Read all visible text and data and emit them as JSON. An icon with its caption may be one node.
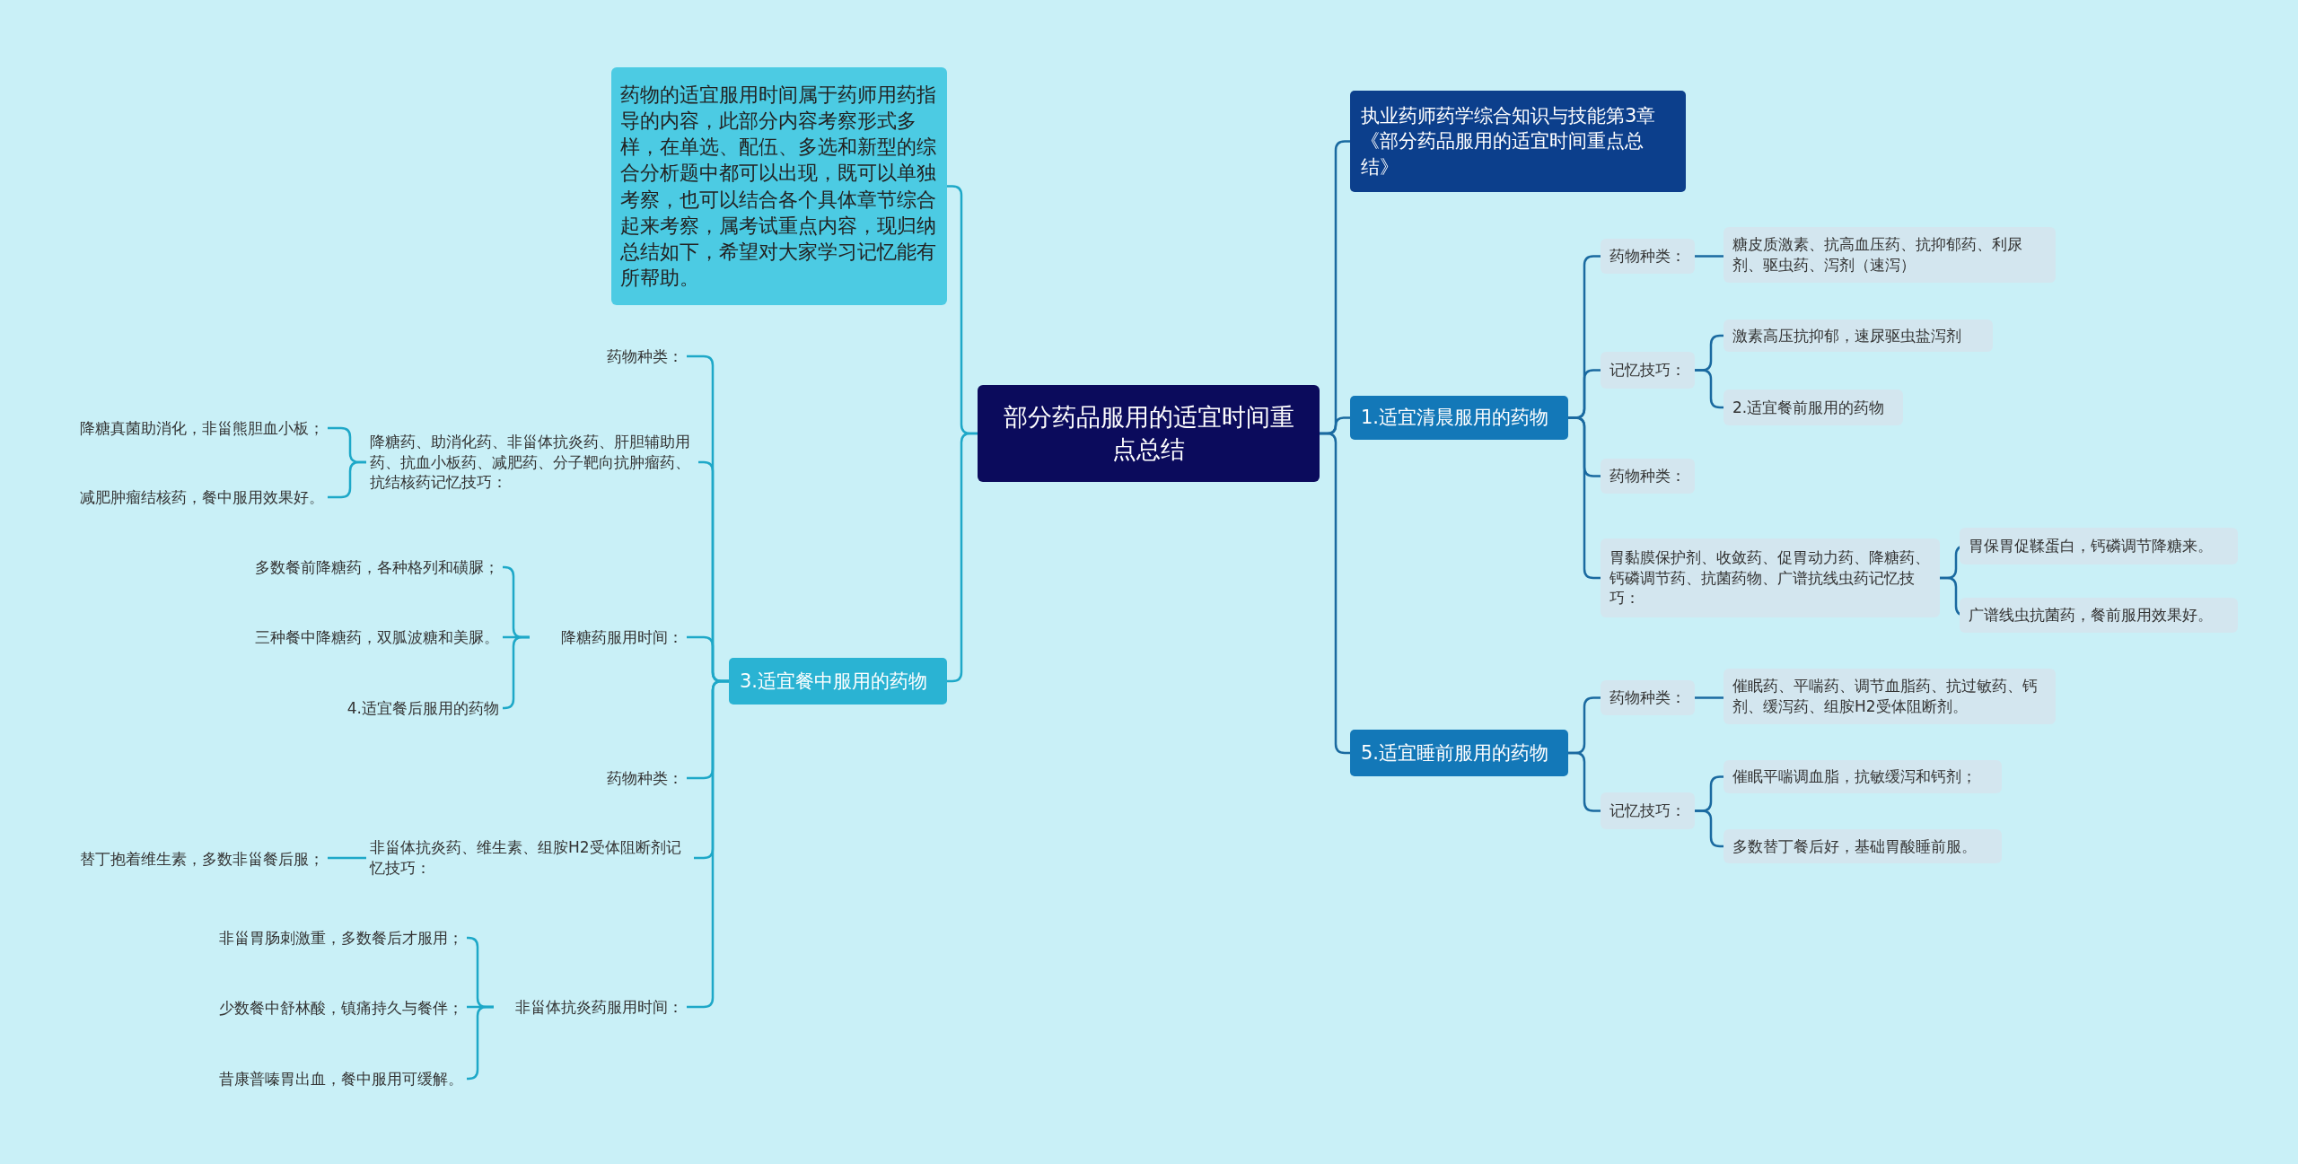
{
  "diagram": {
    "nodes": [
      {
        "text": [
          "部分药品服用的适宜时间重点总结"
        ]
      },
      {
        "text": [
          "药物的适宜服用时间属于药师用药指导的内容，此部分内容考察形式多样，在单选、配伍、多选和新型的综合分析题中都可以出现，既可以单独考察，也可以结合各个具体章节综合起来考察，属考试重点内容，现归纳总结如下，希望对大家学习记忆能有所帮助。"
        ]
      },
      {
        "text": [
          "执业药师药学综合知识与技能第3章《部分药品服用的适宜时间重点总结》"
        ]
      },
      {
        "text": [
          "1.适宜清晨服用的药物"
        ]
      },
      {
        "text": [
          "5.适宜睡前服用的药物"
        ]
      },
      {
        "text": [
          "3.适宜餐中服用的药物"
        ]
      },
      {
        "text": [
          "药物种类："
        ]
      },
      {
        "text": [
          "糖皮质激素、抗高血压药、抗抑郁药、利尿剂、驱虫药、泻剂（速泻）"
        ]
      },
      {
        "text": [
          "记忆技巧："
        ]
      },
      {
        "text": [
          "激素高压抗抑郁，速尿驱虫盐泻剂"
        ]
      },
      {
        "text": [
          "2.适宜餐前服用的药物"
        ]
      },
      {
        "text": [
          "药物种类："
        ]
      },
      {
        "text": [
          "胃黏膜保护剂、收敛药、促胃动力药、降糖药、钙磷调节药、抗菌药物、广谱抗线虫药记忆技巧："
        ]
      },
      {
        "text": [
          "胃保胃促鞣蛋白，钙磷调节降糖来。"
        ]
      },
      {
        "text": [
          "广谱线虫抗菌药，餐前服用效果好。"
        ]
      },
      {
        "text": [
          "药物种类："
        ]
      },
      {
        "text": [
          "催眠药、平喘药、调节血脂药、抗过敏药、钙剂、缓泻药、组胺H2受体阻断剂。"
        ]
      },
      {
        "text": [
          "记忆技巧："
        ]
      },
      {
        "text": [
          "催眠平喘调血脂，抗敏缓泻和钙剂；"
        ]
      },
      {
        "text": [
          "多数替丁餐后好，基础胃酸睡前服。"
        ]
      },
      {
        "text": [
          "药物种类："
        ]
      },
      {
        "text": [
          "降糖药、助消化药、非甾体抗炎药、肝胆辅助用药、抗血小板药、减肥药、分子靶向抗肿瘤药、抗结核药记忆技巧："
        ]
      },
      {
        "text": [
          "降糖真菌助消化，非甾熊胆血小板；"
        ]
      },
      {
        "text": [
          "减肥肿瘤结核药，餐中服用效果好。"
        ]
      },
      {
        "text": [
          "降糖药服用时间："
        ]
      },
      {
        "text": [
          "多数餐前降糖药，各种格列和磺脲；"
        ]
      },
      {
        "text": [
          "三种餐中降糖药，双胍波糖和美脲。"
        ]
      },
      {
        "text": [
          "4.适宜餐后服用的药物"
        ]
      },
      {
        "text": [
          "药物种类："
        ]
      },
      {
        "text": [
          "非甾体抗炎药、维生素、组胺H2受体阻断剂记忆技巧："
        ]
      },
      {
        "text": [
          "替丁抱着维生素，多数非甾餐后服；"
        ]
      },
      {
        "text": [
          "非甾体抗炎药服用时间："
        ]
      },
      {
        "text": [
          "非甾胃肠刺激重，多数餐后才服用；"
        ]
      },
      {
        "text": [
          "少数餐中舒林酸，镇痛持久与餐伴；"
        ]
      },
      {
        "text": [
          "昔康普嗪胃出血，餐中服用可缓解。"
        ]
      }
    ],
    "edges": [
      {
        "from": 0,
        "to": 1,
        "arrow": "none",
        "color": "#1ea8c8"
      },
      {
        "from": 0,
        "to": 2,
        "arrow": "none"
      },
      {
        "from": 0,
        "to": 3,
        "arrow": "none"
      },
      {
        "from": 0,
        "to": 4,
        "arrow": "none"
      },
      {
        "from": 0,
        "to": 5,
        "arrow": "none",
        "color": "#1ea8c8"
      },
      {
        "from": 3,
        "to": 6,
        "arrow": "none"
      },
      {
        "from": 3,
        "to": 8,
        "arrow": "none"
      },
      {
        "from": 3,
        "to": 11,
        "arrow": "none"
      },
      {
        "from": 3,
        "to": 12,
        "arrow": "none"
      },
      {
        "from": 6,
        "to": 7,
        "arrow": "none"
      },
      {
        "from": 8,
        "to": 9,
        "arrow": "none"
      },
      {
        "from": 8,
        "to": 10,
        "arrow": "none"
      },
      {
        "from": 12,
        "to": 13,
        "arrow": "none"
      },
      {
        "from": 12,
        "to": 14,
        "arrow": "none"
      },
      {
        "from": 4,
        "to": 15,
        "arrow": "none"
      },
      {
        "from": 4,
        "to": 17,
        "arrow": "none"
      },
      {
        "from": 15,
        "to": 16,
        "arrow": "none"
      },
      {
        "from": 17,
        "to": 18,
        "arrow": "none"
      },
      {
        "from": 17,
        "to": 19,
        "arrow": "none"
      },
      {
        "from": 5,
        "to": 20,
        "arrow": "none",
        "color": "#1ea8c8"
      },
      {
        "from": 5,
        "to": 21,
        "arrow": "none",
        "color": "#1ea8c8"
      },
      {
        "from": 5,
        "to": 24,
        "arrow": "none",
        "color": "#1ea8c8"
      },
      {
        "from": 5,
        "to": 28,
        "arrow": "none",
        "color": "#1ea8c8"
      },
      {
        "from": 5,
        "to": 29,
        "arrow": "none",
        "color": "#1ea8c8"
      },
      {
        "from": 5,
        "to": 31,
        "arrow": "none",
        "color": "#1ea8c8"
      },
      {
        "from": 21,
        "to": 22,
        "arrow": "none",
        "color": "#1ea8c8"
      },
      {
        "from": 21,
        "to": 23,
        "arrow": "none",
        "color": "#1ea8c8"
      },
      {
        "from": 24,
        "to": 25,
        "arrow": "none",
        "color": "#1ea8c8"
      },
      {
        "from": 24,
        "to": 26,
        "arrow": "none",
        "color": "#1ea8c8"
      },
      {
        "from": 24,
        "to": 27,
        "arrow": "none",
        "color": "#1ea8c8"
      },
      {
        "from": 29,
        "to": 30,
        "arrow": "none",
        "color": "#1ea8c8"
      },
      {
        "from": 31,
        "to": 32,
        "arrow": "none",
        "color": "#1ea8c8"
      },
      {
        "from": 31,
        "to": 33,
        "arrow": "none",
        "color": "#1ea8c8"
      },
      {
        "from": 31,
        "to": 34,
        "arrow": "none",
        "color": "#1ea8c8"
      }
    ]
  }
}
